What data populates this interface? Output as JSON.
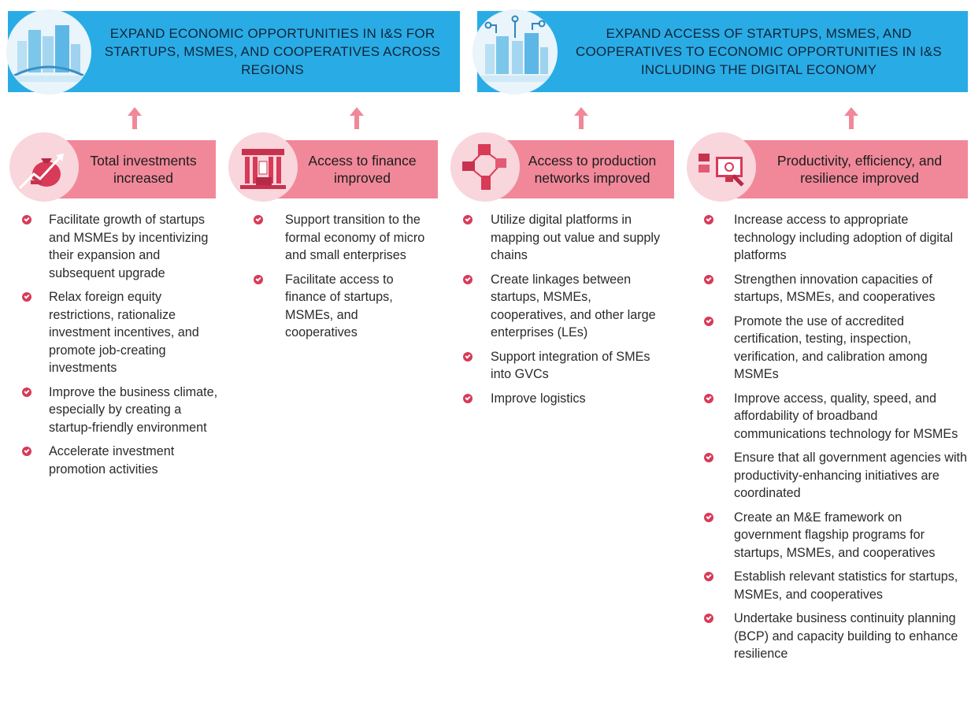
{
  "colors": {
    "banner": "#29ace5",
    "card": "#f1889a",
    "card_circle": "#f9d5dc",
    "accent": "#d83a57",
    "arrow": "#f1889a"
  },
  "banners": [
    {
      "text": "EXPAND ECONOMIC OPPORTUNITIES IN I&S FOR STARTUPS, MSMES, AND COOPERATIVES ACROSS REGIONS",
      "icon": "city-icon"
    },
    {
      "text": "EXPAND ACCESS OF STARTUPS, MSMES, AND COOPERATIVES TO ECONOMIC OPPORTUNITIES IN I&S INCLUDING THE DIGITAL ECONOMY",
      "icon": "digital-city-icon"
    }
  ],
  "columns": [
    {
      "title": "Total investments increased",
      "icon": "money-bag-growth-icon",
      "items": [
        "Facilitate growth of startups and MSMEs by incentivizing their expansion and subsequent upgrade",
        "Relax foreign equity restrictions, rationalize investment incentives, and promote job-creating investments",
        "Improve the business climate, especially by creating a startup-friendly environment",
        "Accelerate investment promotion activities"
      ]
    },
    {
      "title": "Access to finance improved",
      "icon": "bank-icon",
      "items": [
        "Support transition to the formal economy of micro and small enterprises",
        "Facilitate access to finance of startups, MSMEs, and cooperatives"
      ]
    },
    {
      "title": "Access to production networks improved",
      "icon": "network-icon",
      "items": [
        "Utilize digital platforms in mapping out value and supply chains",
        "Create linkages between startups, MSMEs, cooperatives, and other large enterprises (LEs)",
        "Support integration of SMEs into GVCs",
        "Improve logistics"
      ]
    },
    {
      "title": "Productivity, efficiency, and resilience improved",
      "icon": "computer-icon",
      "items": [
        "Increase access to appropriate technology including adoption of digital platforms",
        "Strengthen innovation capacities of startups, MSMEs, and cooperatives",
        "Promote the use of accredited certification, testing, inspection, verification, and calibration among MSMEs",
        "Improve access, quality, speed, and affordability of broadband communications technology for MSMEs",
        "Ensure that all government agencies with productivity-enhancing initiatives are coordinated",
        "Create an M&E framework on government flagship programs for startups, MSMEs, and cooperatives",
        "Establish relevant statistics for startups, MSMEs, and cooperatives",
        "Undertake business continuity planning (BCP) and capacity building to enhance resilience"
      ]
    }
  ]
}
